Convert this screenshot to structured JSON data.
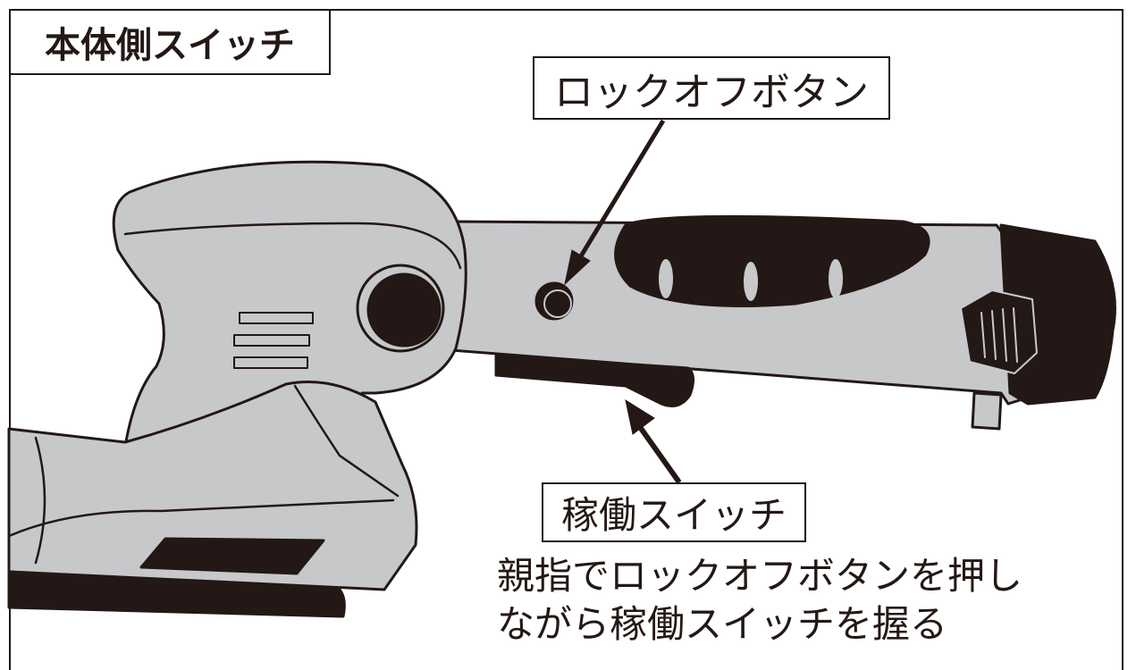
{
  "title": "本体側スイッチ",
  "labels": {
    "lock_off_button": "ロックオフボタン",
    "operation_switch": "稼働スイッチ"
  },
  "caption": {
    "line1": "親指でロックオフボタンを押し",
    "line2": "ながら稼働スイッチを握る"
  },
  "colors": {
    "body_fill": "#c7c8ca",
    "outline": "#231815",
    "dark": "#231815",
    "background": "#ffffff"
  }
}
